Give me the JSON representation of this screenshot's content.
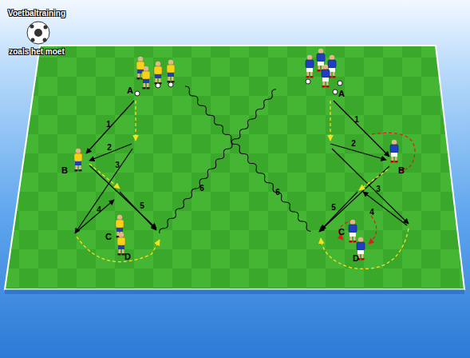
{
  "diagram": {
    "labels": [
      "Voetbaltraining",
      "zoals het moet",
      "A",
      "1",
      "2",
      "B",
      "3",
      "4",
      "5",
      "C",
      "D",
      "6",
      "A",
      "1",
      "2",
      "B",
      "3",
      "4",
      "5",
      "C",
      "D",
      "6"
    ]
  }
}
